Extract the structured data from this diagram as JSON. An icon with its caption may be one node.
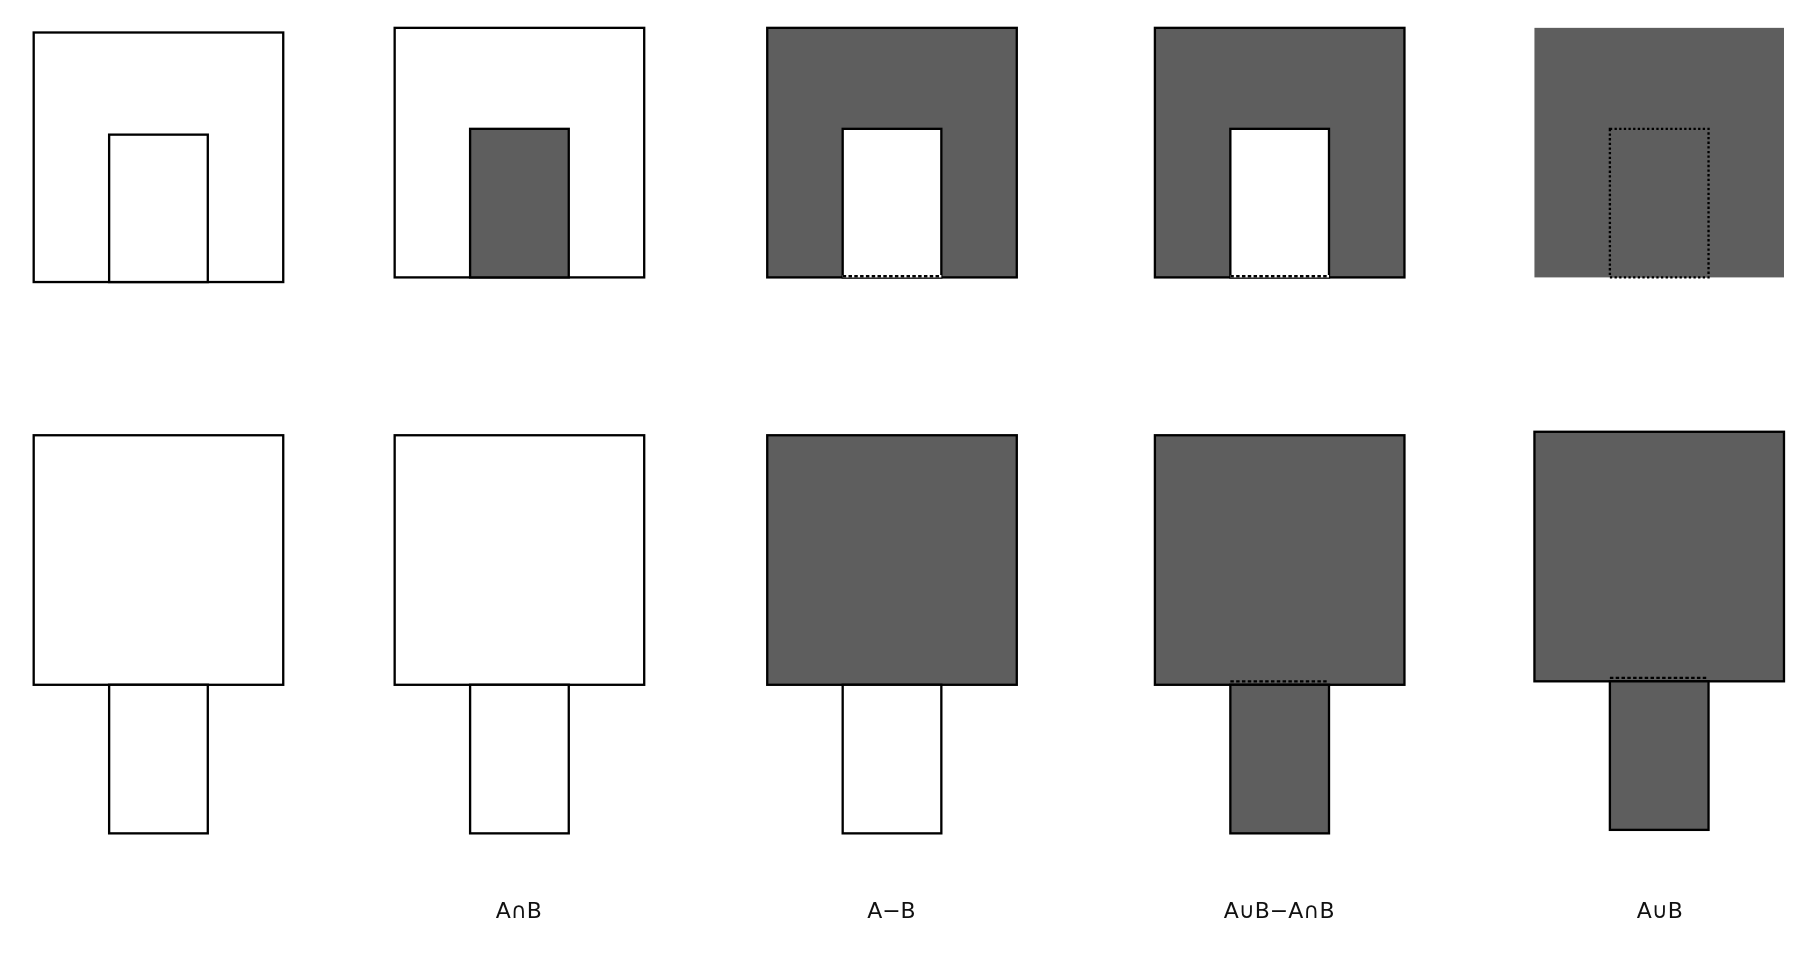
{
  "diagram": {
    "labels": [
      "A∩B",
      "A−B",
      "A∪B−A∩B",
      "A∪B"
    ]
  }
}
